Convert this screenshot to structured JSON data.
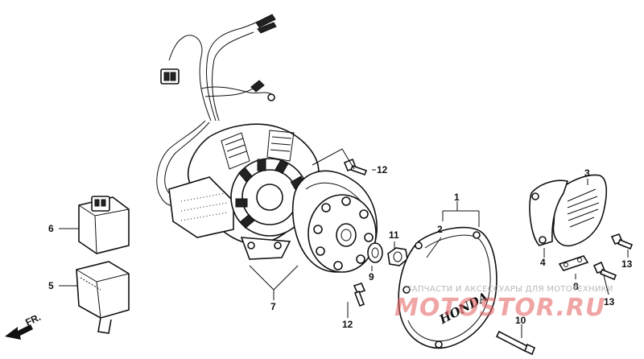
{
  "labels": {
    "p1": "1",
    "p2": "2",
    "p3": "3",
    "p4": "4",
    "p5": "5",
    "p6": "6",
    "p7": "7",
    "p8": "8",
    "p9": "9",
    "p10": "10",
    "p11": "11",
    "p12a": "12",
    "p12b": "12",
    "p13a": "13",
    "p13b": "13"
  },
  "direction": "FR.",
  "brand": "HONDA",
  "watermark": {
    "text": "ЗАПЧАСТИ И АКСЕССУАРЫ ДЛЯ МОТОТЕХНИКИ",
    "logo": "MOTOSTOR.RU"
  },
  "colors": {
    "ink": "#111111",
    "watermark_logo": "#e35b5b",
    "watermark_text": "#b8b8b8"
  }
}
